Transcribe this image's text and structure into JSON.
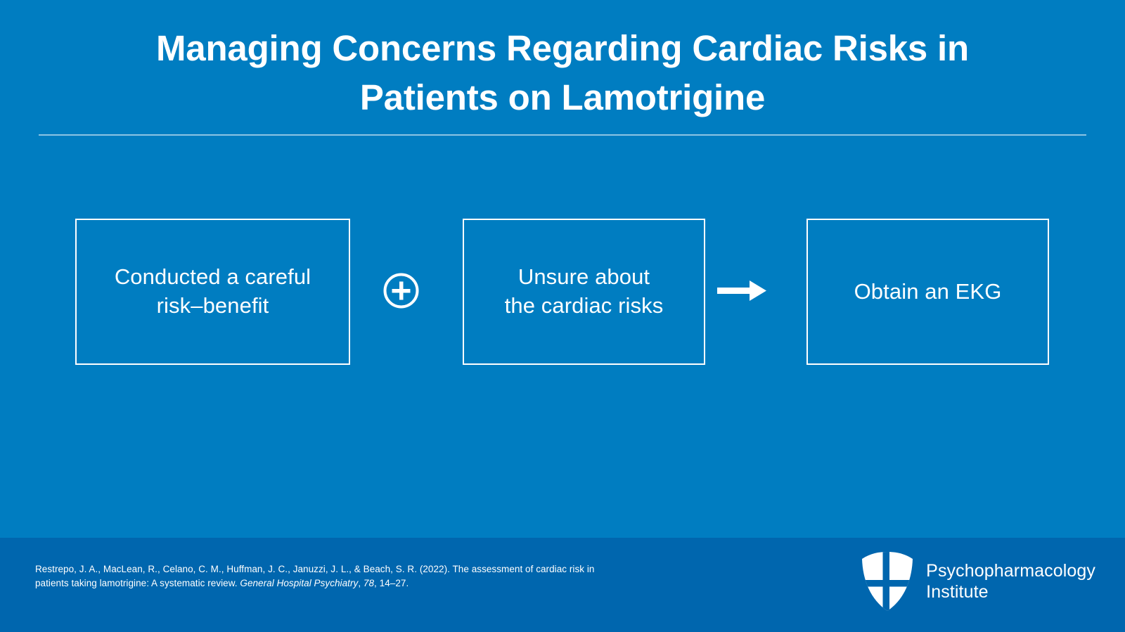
{
  "slide": {
    "background_color": "#007DC1",
    "footer_background_color": "#0066AE",
    "text_color": "#FFFFFF",
    "title": "Managing Concerns Regarding Cardiac Risks in Patients on Lamotrigine"
  },
  "diagram": {
    "type": "flow",
    "boxes": [
      {
        "id": "box-1",
        "label": "Conducted a careful\nrisk–benefit"
      },
      {
        "id": "box-2",
        "label": "Unsure about\nthe cardiac risks"
      },
      {
        "id": "box-3",
        "label": "Obtain an EKG"
      }
    ],
    "connectors": [
      {
        "id": "plus",
        "icon": "plus-circle-icon",
        "between": [
          "box-1",
          "box-2"
        ]
      },
      {
        "id": "arrow",
        "icon": "arrow-right-icon",
        "between": [
          "box-2",
          "box-3"
        ]
      }
    ]
  },
  "footer": {
    "citation": {
      "part1": "Restrepo, J. A., MacLean, R., Celano, C. M., Huffman, J. C., Januzzi, J. L., & Beach, S. R. (2022). The assessment of cardiac risk in patients taking lamotrigine: A systematic review. ",
      "journal": "General Hospital Psychiatry",
      "separator1": ", ",
      "volume": "78",
      "pages": ", 14–27."
    },
    "logo": {
      "icon": "shield-logo-icon",
      "wordmark": "Psychopharmacology\nInstitute"
    }
  }
}
